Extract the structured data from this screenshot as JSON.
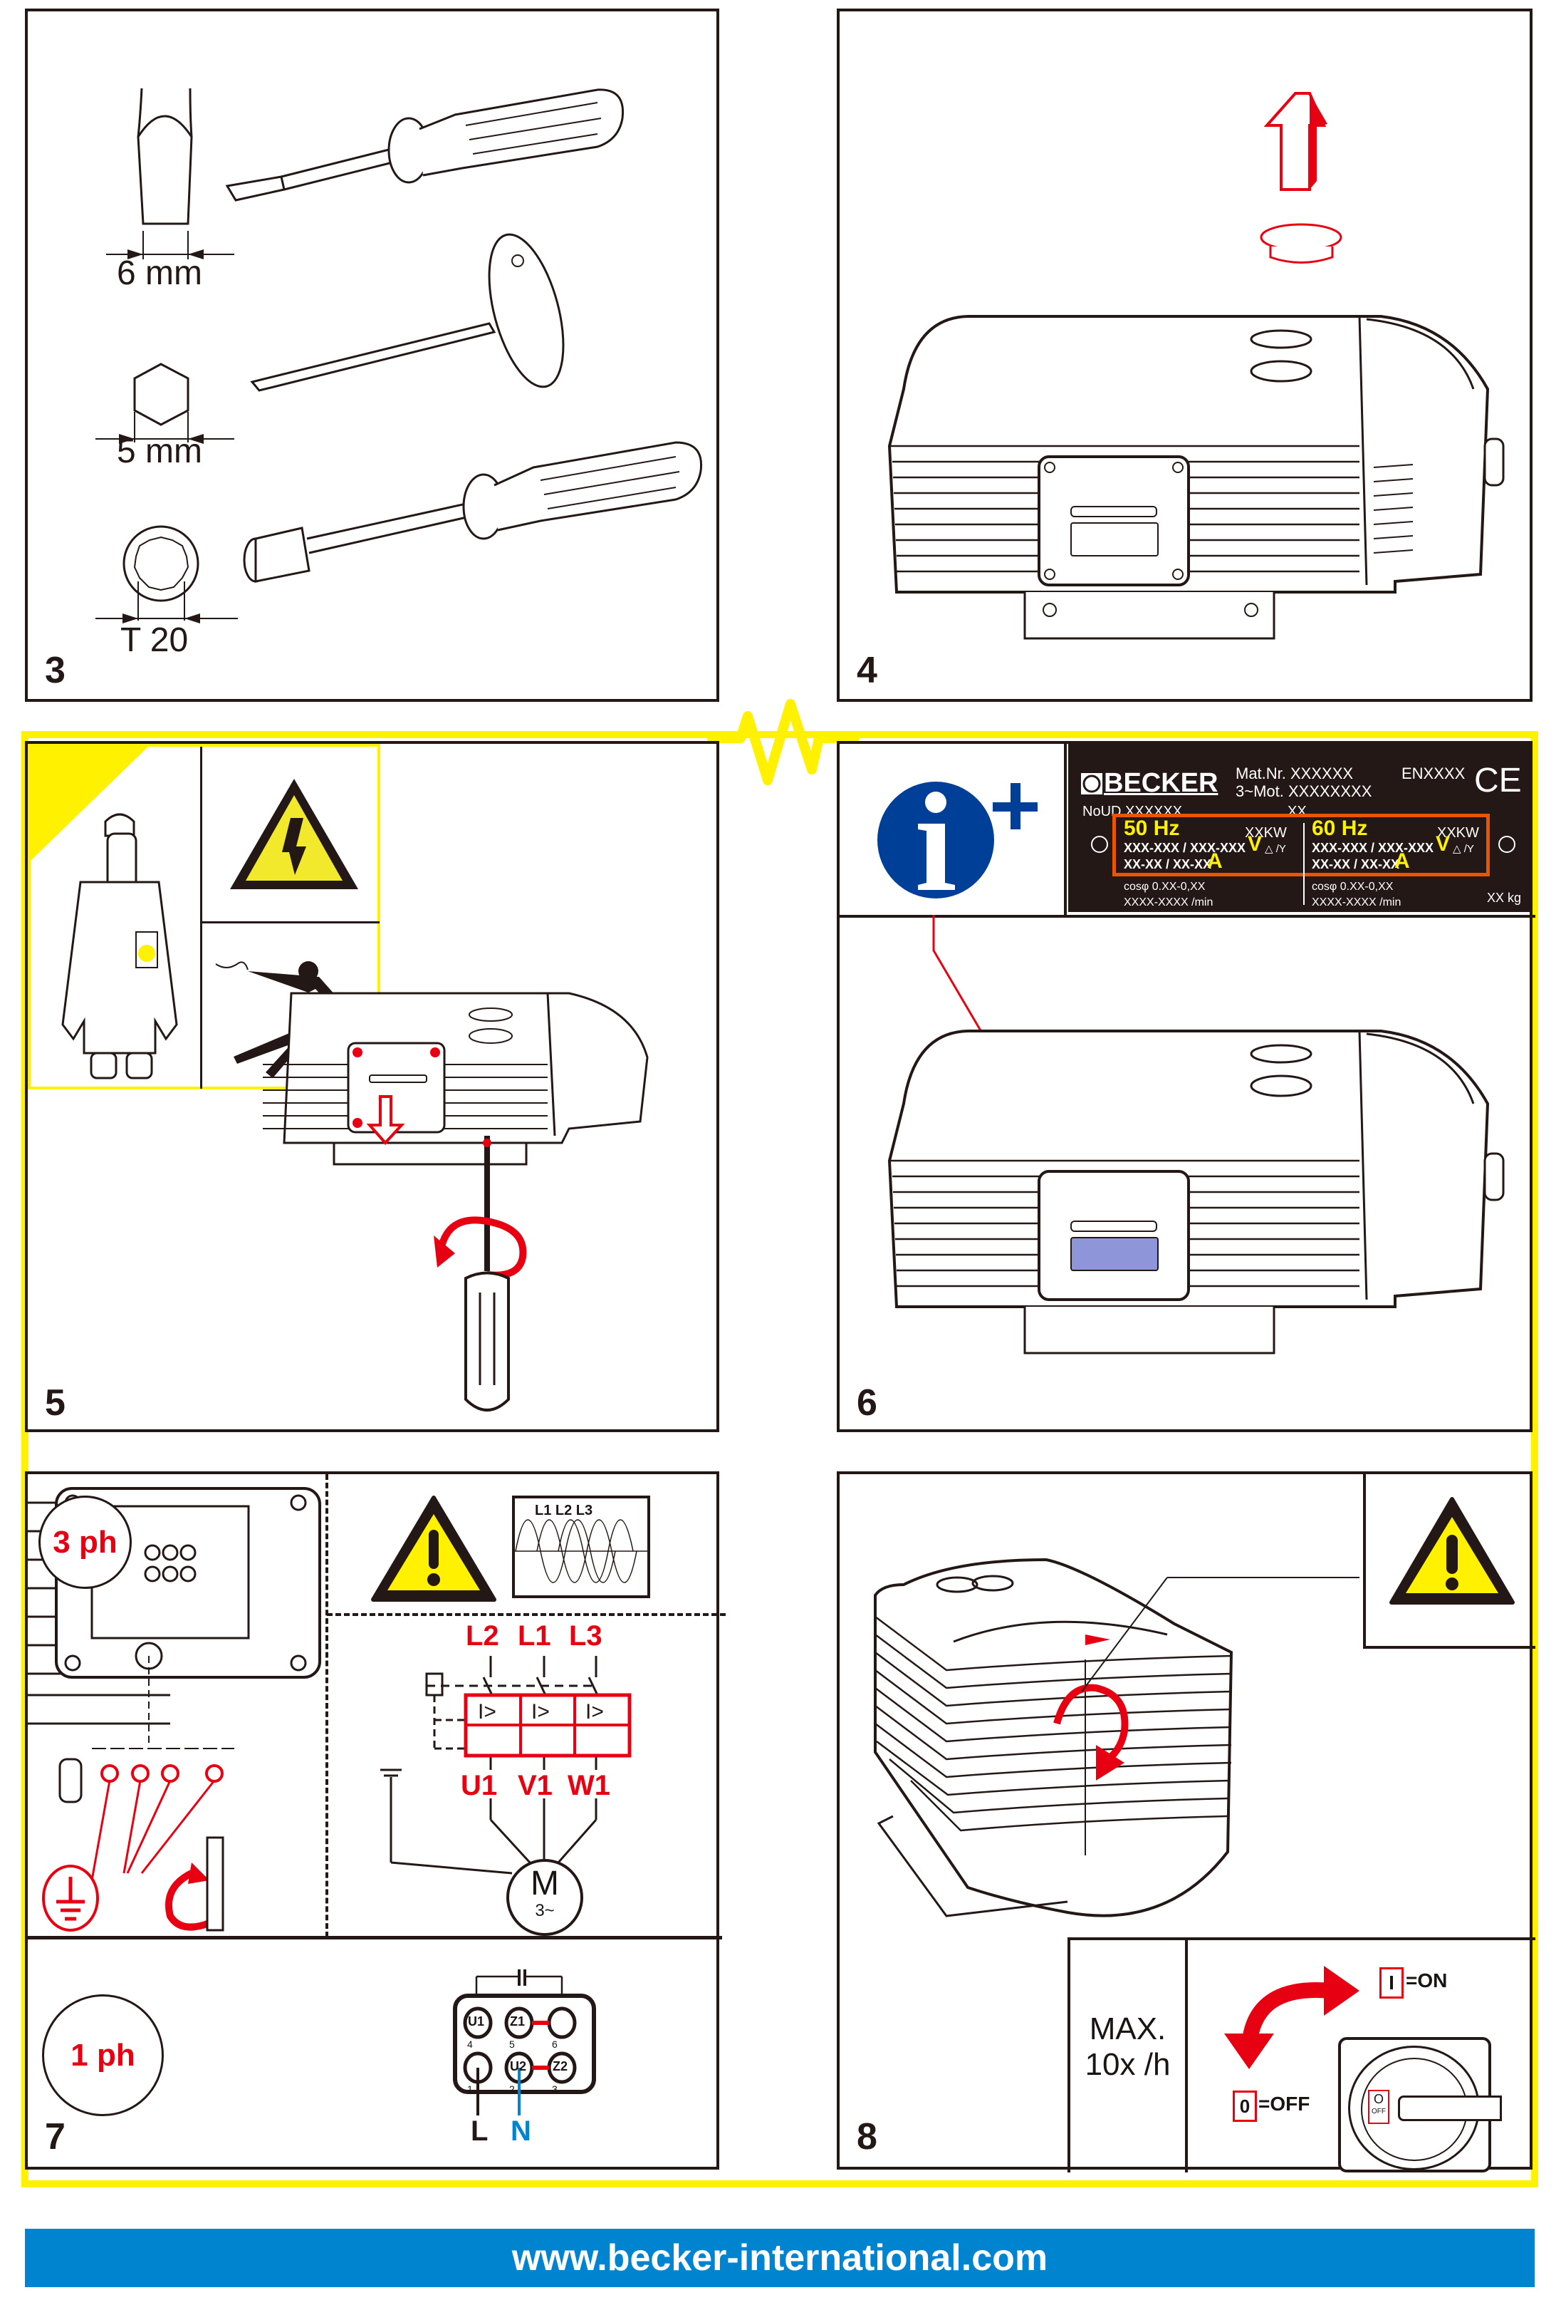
{
  "steps": {
    "s3": "3",
    "s4": "4",
    "s5": "5",
    "s6": "6",
    "s7": "7",
    "s8": "8"
  },
  "panel3": {
    "tools": [
      {
        "name": "flat-screwdriver",
        "size_label": "6 mm"
      },
      {
        "name": "hex-key",
        "size_label": "5 mm"
      },
      {
        "name": "socket-driver",
        "size_label": "T 20"
      }
    ]
  },
  "panel4": {
    "icons": [
      "pump-icon",
      "plug-cap-icon",
      "arrow-up-icon"
    ]
  },
  "panel5": {
    "icons": [
      "electrician-icon",
      "electrical-hazard-warning-icon",
      "electric-shock-icon",
      "pump-icon",
      "screwdriver-rotate-icon"
    ]
  },
  "panel6": {
    "nameplate": {
      "brand": "BECKER",
      "mat_nr": "Mat.Nr. XXXXXX",
      "motor": "3~Mot. XXXXXXXX",
      "standard": "ENXXXX",
      "ce": "CE",
      "noud": "NoUD XXXXXX",
      "xx": "XX",
      "weight": "XX kg",
      "columns": [
        {
          "freq": "50 Hz",
          "power": "XXKW",
          "voltage": "XXX-XXX / XXX-XXX",
          "v_unit": "V",
          "conn": "△ /Y",
          "current": "XX-XX / XX-XX",
          "a_unit": "A",
          "cosphi": "cosφ 0.XX-0,XX",
          "speed": "XXXX-XXXX /min"
        },
        {
          "freq": "60 Hz",
          "power": "XXKW",
          "voltage": "XXX-XXX / XXX-XXX",
          "v_unit": "V",
          "conn": "△ /Y",
          "current": "XX-XX / XX-XX",
          "a_unit": "A",
          "cosphi": "cosφ 0.XX-0,XX",
          "speed": "XXXX-XXXX /min"
        }
      ]
    },
    "info_plus": "+"
  },
  "panel7": {
    "three_phase": {
      "label": "3 ph",
      "wave_labels": "L1 L2 L3",
      "lines": [
        "L2",
        "L1",
        "L3"
      ],
      "breaker_symbol": "I>",
      "outputs": [
        "U1",
        "V1",
        "W1"
      ],
      "motor": "M",
      "motor_sub": "3~"
    },
    "single_phase": {
      "label": "1 ph",
      "terminals_top": [
        "U1",
        "Z1",
        ""
      ],
      "terminals_top_nums": [
        "4",
        "5",
        "6"
      ],
      "terminals_bottom": [
        "",
        "U2",
        "Z2"
      ],
      "terminals_bottom_nums": [
        "1",
        "2",
        "3"
      ],
      "line": "L",
      "neutral": "N"
    }
  },
  "panel8": {
    "max_line1": "MAX.",
    "max_line2": "10x /h",
    "on_symbol": "I",
    "on_label": "=ON",
    "off_symbol": "0",
    "off_label": "=OFF",
    "switch_pos_symbol": "O",
    "switch_pos_label": "OFF"
  },
  "colors": {
    "red": "#e60012",
    "yellow": "#fff100",
    "blue": "#0084cf",
    "info_blue": "#003f98",
    "dark": "#231815"
  },
  "footer": {
    "url": "www.becker-international.com"
  }
}
